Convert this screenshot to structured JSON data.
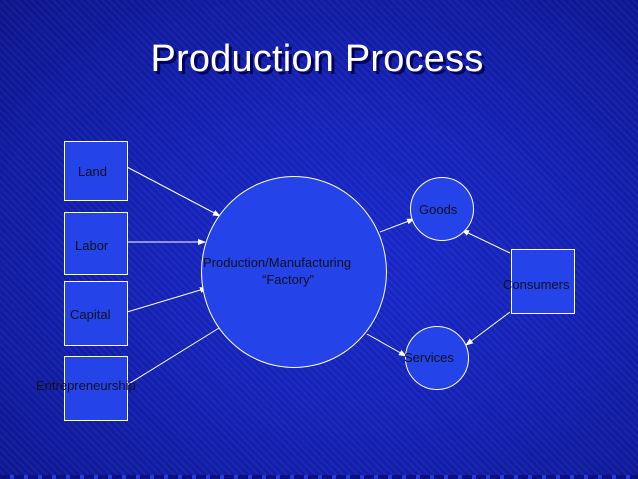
{
  "title": "Production Process",
  "inputs": [
    "Land",
    "Labor",
    "Capital",
    "Entrepreneurship"
  ],
  "factory": {
    "line1": "Production/Manufacturing",
    "line2": "“Factory”"
  },
  "outputs": {
    "goods": "Goods",
    "services": "Services"
  },
  "consumers": "Consumers",
  "colors": {
    "background": "#1522b8",
    "shape_fill": "#2443e8",
    "stroke": "#ffffff"
  }
}
